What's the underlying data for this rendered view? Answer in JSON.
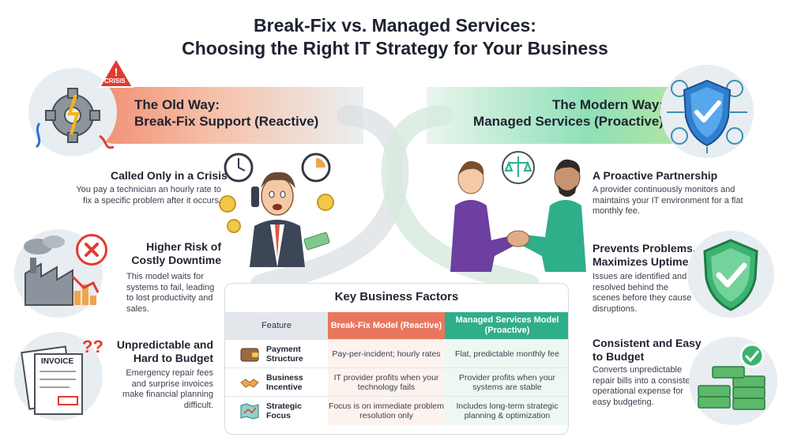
{
  "title": {
    "line1": "Break-Fix vs. Managed Services:",
    "line2": "Choosing the Right IT Strategy for Your Business"
  },
  "old_way": {
    "line1": "The Old Way:",
    "line2": "Break-Fix Support (Reactive)",
    "crisis_sign": "CRISIS",
    "items": [
      {
        "heading": "Called Only in a Crisis",
        "body": "You pay a technician an hourly rate to fix a specific problem after it occurs."
      },
      {
        "heading": "Higher Risk of Costly Downtime",
        "body": "This model waits for systems to fail, leading to lost productivity and sales."
      },
      {
        "heading": "Unpredictable and Hard to Budget",
        "body": "Emergency repair fees and surprise invoices make financial planning difficult."
      }
    ],
    "invoice_label": "INVOICE"
  },
  "new_way": {
    "line1": "The Modern Way:",
    "line2": "Managed Services (Proactive)",
    "items": [
      {
        "heading": "A Proactive Partnership",
        "body": "A provider continuously monitors and maintains your IT environment for a flat monthly fee."
      },
      {
        "heading": "Prevents Problems, Maximizes Uptime",
        "body": "Issues are identified and resolved behind the scenes before they cause disruptions."
      },
      {
        "heading": "Consistent and Easy to Budget",
        "body": "Converts unpredictable repair bills into a consistent operational expense for easy budgeting."
      }
    ]
  },
  "table": {
    "title": "Key Business Factors",
    "headers": [
      "Feature",
      "Break-Fix Model (Reactive)",
      "Managed Services Model (Proactive)"
    ],
    "rows": [
      {
        "feature": "Payment Structure",
        "break_fix": "Pay-per-incident; hourly rates",
        "managed": "Flat, predictable monthly fee",
        "icon": "wallet-icon"
      },
      {
        "feature": "Business Incentive",
        "break_fix": "IT provider profits when your technology fails",
        "managed": "Provider profits when your systems are stable",
        "icon": "handshake-icon"
      },
      {
        "feature": "Strategic Focus",
        "break_fix": "Focus is on immediate problem resolution only",
        "managed": "Includes long-term strategic planning & optimization",
        "icon": "map-icon"
      }
    ]
  },
  "colors": {
    "reactive": "#e9775d",
    "proactive": "#2fae8a",
    "shield": "#3cb371",
    "alert": "#e23b2e"
  }
}
